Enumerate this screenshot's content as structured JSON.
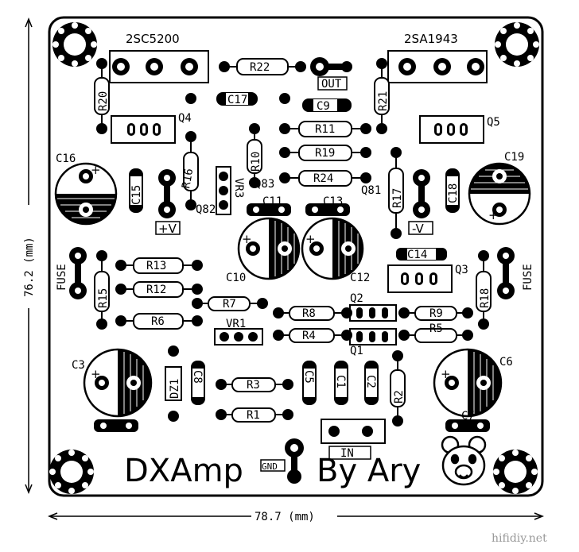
{
  "board": {
    "transistors_top": {
      "left": "2SC5200",
      "right": "2SA1943"
    },
    "out_label": "OUT",
    "transistors": {
      "q1": "Q1",
      "q2": "Q2",
      "q3": "Q3",
      "q4": "Q4",
      "q5": "Q5",
      "q81": "Q81",
      "q82": "Q82",
      "q83": "Q83"
    },
    "resistors": {
      "r1": "R1",
      "r2": "R2",
      "r3": "R3",
      "r4": "R4",
      "r5": "R5",
      "r6": "R6",
      "r7": "R7",
      "r8": "R8",
      "r9": "R9",
      "r10": "R10",
      "r11": "R11",
      "r12": "R12",
      "r13": "R13",
      "r15": "R15",
      "r16": "R16",
      "r17": "R17",
      "r18": "R18",
      "r19": "R19",
      "r20": "R20",
      "r21": "R21",
      "r22": "R22",
      "r24": "R24"
    },
    "capacitors": {
      "c1": "C1",
      "c2": "C2",
      "c3": "C3",
      "c5": "C5",
      "c6": "C6",
      "c7": "C7",
      "c8": "C8",
      "c9": "C9",
      "c10": "C10",
      "c11": "C11",
      "c12": "C12",
      "c13": "C13",
      "c14": "C14",
      "c15": "C15",
      "c16": "C16",
      "c17": "C17",
      "c18": "C18",
      "c19": "C19"
    },
    "misc": {
      "vr1": "VR1",
      "vr3": "VR3",
      "dz1": "DZ1",
      "fuse": "FUSE",
      "plus_v": "+V",
      "minus_v": "-V",
      "in": "IN",
      "gnd": "GND"
    },
    "title_left": "DXAmp",
    "title_right": "By Ary",
    "dim_height": "76.2 (mm)",
    "dim_width": "78.7 (mm)",
    "watermark": "hifidiy.net"
  }
}
